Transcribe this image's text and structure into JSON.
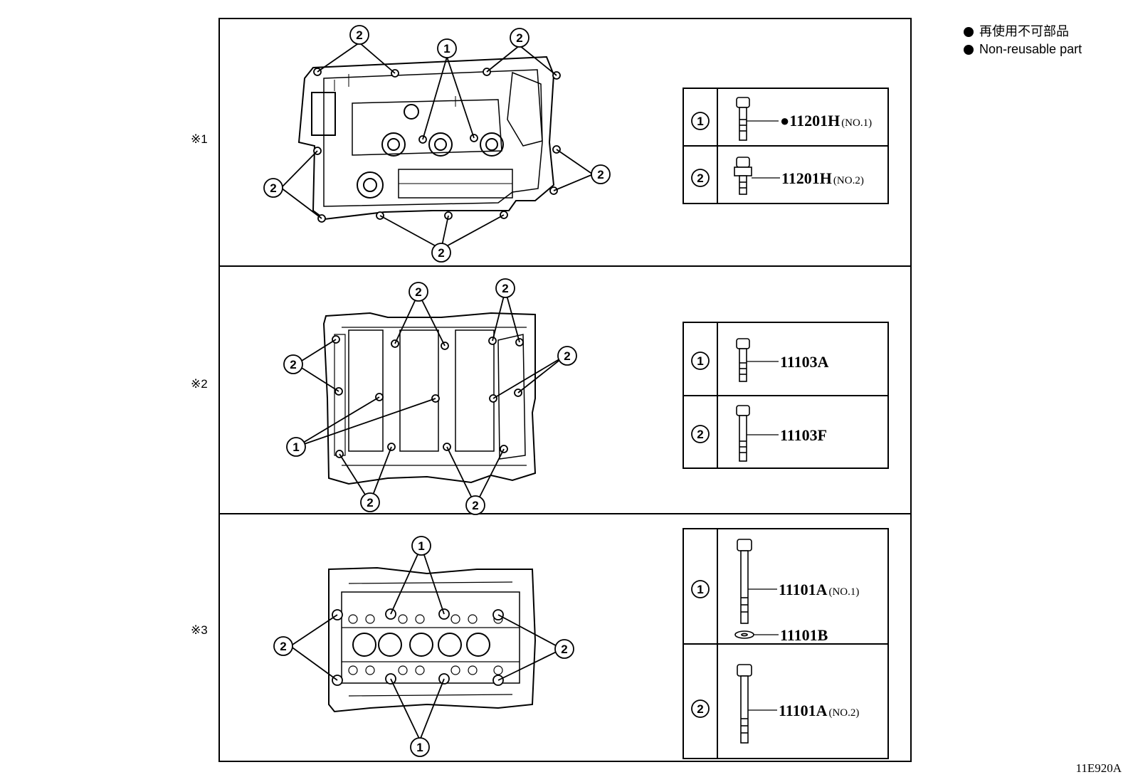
{
  "legend": {
    "items": [
      {
        "icon": "filled-circle-icon",
        "text": "再使用不可部品"
      },
      {
        "icon": "filled-circle-icon",
        "text": "Non-reusable part"
      }
    ]
  },
  "figure_code": "11E920A",
  "sections": [
    {
      "tag": "※1",
      "callouts": [
        "①",
        "②"
      ],
      "parts": [
        {
          "no": "1",
          "code": "●11201H",
          "suffix": "(NO.1)"
        },
        {
          "no": "2",
          "code": "11201H",
          "suffix": "(NO.2)"
        }
      ]
    },
    {
      "tag": "※2",
      "callouts": [
        "①",
        "②"
      ],
      "parts": [
        {
          "no": "1",
          "code": "11103A",
          "suffix": ""
        },
        {
          "no": "2",
          "code": "11103F",
          "suffix": ""
        }
      ]
    },
    {
      "tag": "※3",
      "callouts": [
        "①",
        "②"
      ],
      "parts": [
        {
          "no": "1",
          "code": "11101A",
          "suffix": "(NO.1)",
          "washer_code": "11101B"
        },
        {
          "no": "2",
          "code": "11101A",
          "suffix": "(NO.2)"
        }
      ]
    }
  ]
}
